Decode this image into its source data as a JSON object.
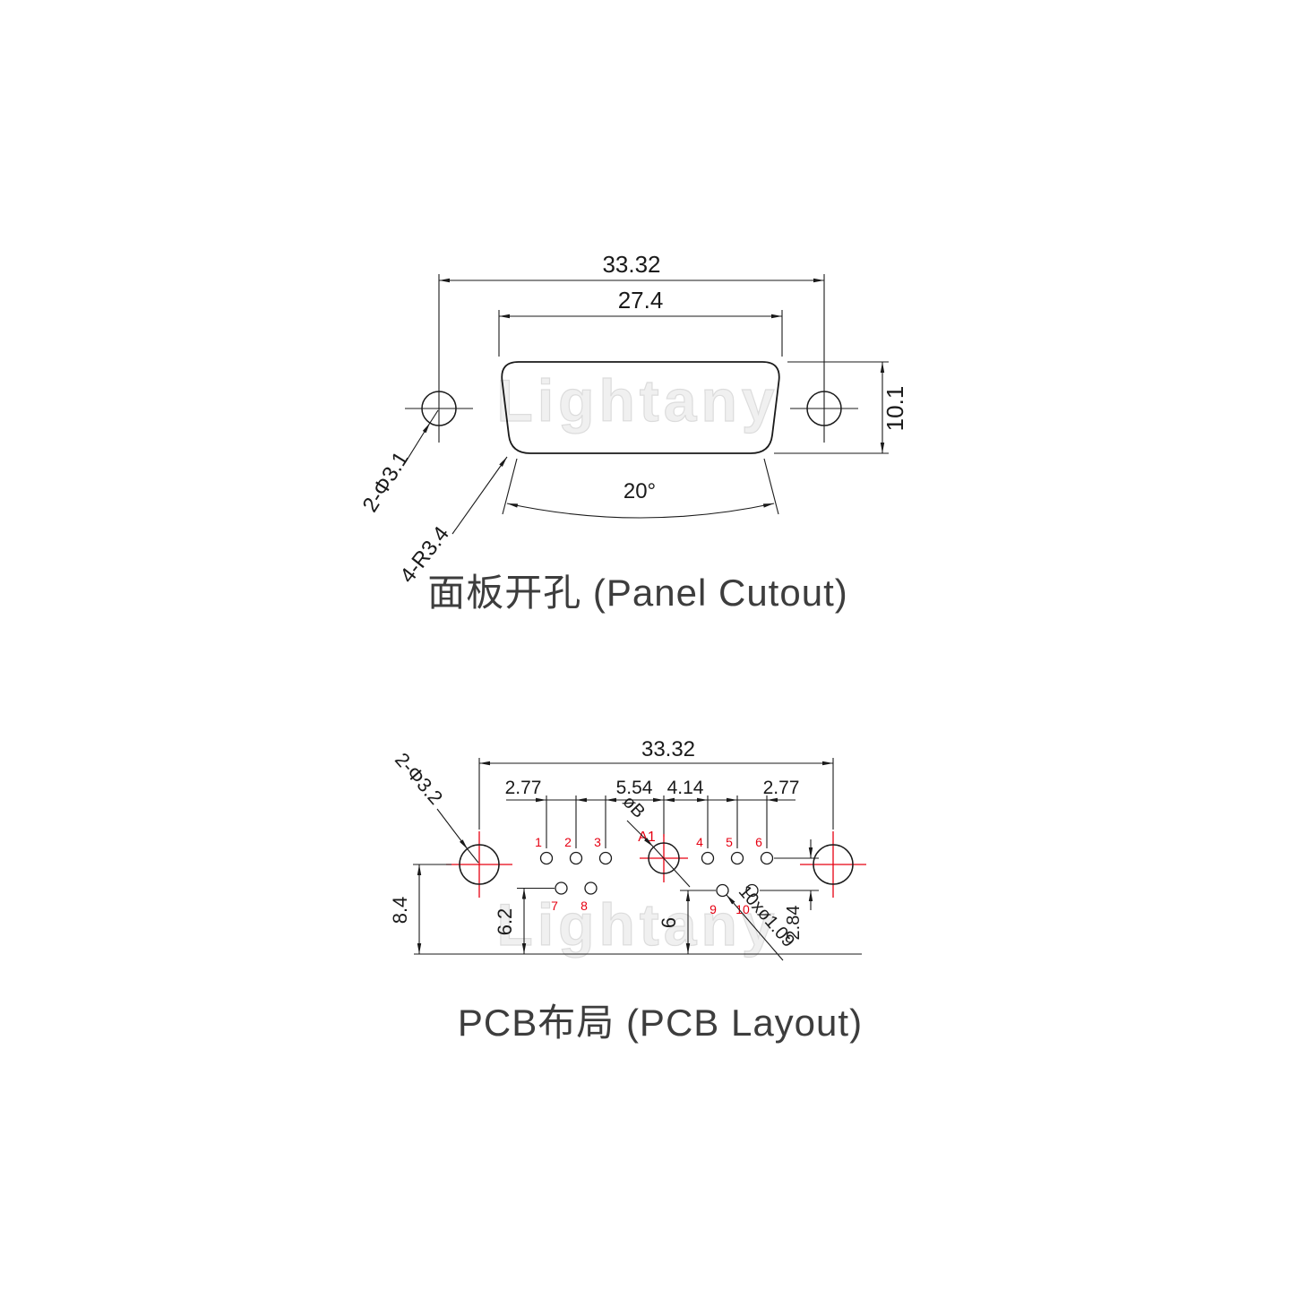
{
  "watermark": {
    "text": "Lightany"
  },
  "colors": {
    "line": "#1a1a1a",
    "accent_red": "#e60012",
    "watermark": "#f0f0f0",
    "title": "#3d3d3d"
  },
  "panel_cutout": {
    "title": "面板开孔 (Panel Cutout)",
    "dims": {
      "mount_hole_span": "33.32",
      "cutout_width": "27.4",
      "cutout_height": "10.1",
      "mount_hole_callout": "2-Φ3.1",
      "corner_radius_callout": "4-R3.4",
      "side_angle": "20°"
    }
  },
  "pcb_layout": {
    "title": "PCB布局 (PCB Layout)",
    "dims": {
      "mount_hole_span": "33.32",
      "pitch_row1_left": "2.77",
      "pitch_to_coax_left": "5.54",
      "pitch_to_coax_right": "4.14",
      "pitch_row1_right": "2.77",
      "mount_hole_callout": "2-Φ3.2",
      "coax_diameter_callout": "øB",
      "pin_hole_callout": "10xø1.09",
      "row_spacing": "2.84",
      "mount_hole_to_edge": "8.4",
      "row2_left_to_edge": "6.2",
      "row2_right_to_edge": "6"
    },
    "pins": {
      "coax_label": "A1",
      "numbers": [
        "1",
        "2",
        "3",
        "4",
        "5",
        "6",
        "7",
        "8",
        "9",
        "10"
      ]
    }
  }
}
